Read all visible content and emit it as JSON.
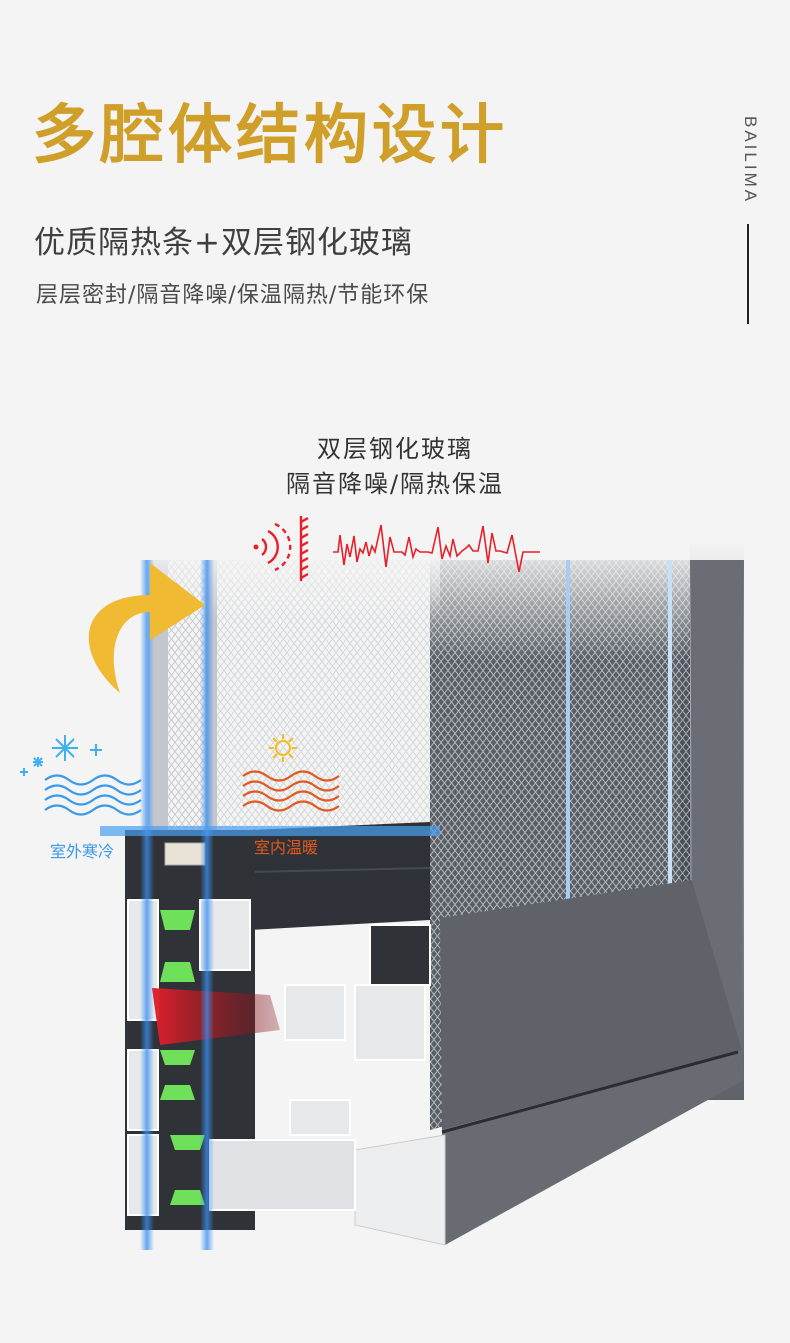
{
  "header": {
    "title": "多腔体结构设计",
    "subtitle": "优质隔热条+双层钢化玻璃",
    "features": "层层密封/隔音降噪/保温隔热/节能环保",
    "brand": "BAILIMA"
  },
  "diagram": {
    "glass_caption_line1": "双层钢化玻璃",
    "glass_caption_line2": "隔音降噪/隔热保温",
    "outdoor_label": "室外寒冷",
    "indoor_label": "室内温暖",
    "icons": [
      "sound-wave-icon",
      "sound-barrier-icon",
      "noise-waveform-icon",
      "heat-deflect-arrow-icon",
      "snowflake-icon",
      "cold-wave-icon",
      "sun-icon",
      "warm-wave-icon"
    ]
  },
  "colors": {
    "title_gold": "#cf9f2a",
    "sound_red": "#e8202a",
    "cold_blue": "#3a9ae8",
    "warm_orange": "#e05a20",
    "arrow_yellow": "#f0bb33",
    "frame_gray": "#5f6268",
    "thermal_break_green": "#6ee05a",
    "gasket_red": "#d8232f"
  }
}
